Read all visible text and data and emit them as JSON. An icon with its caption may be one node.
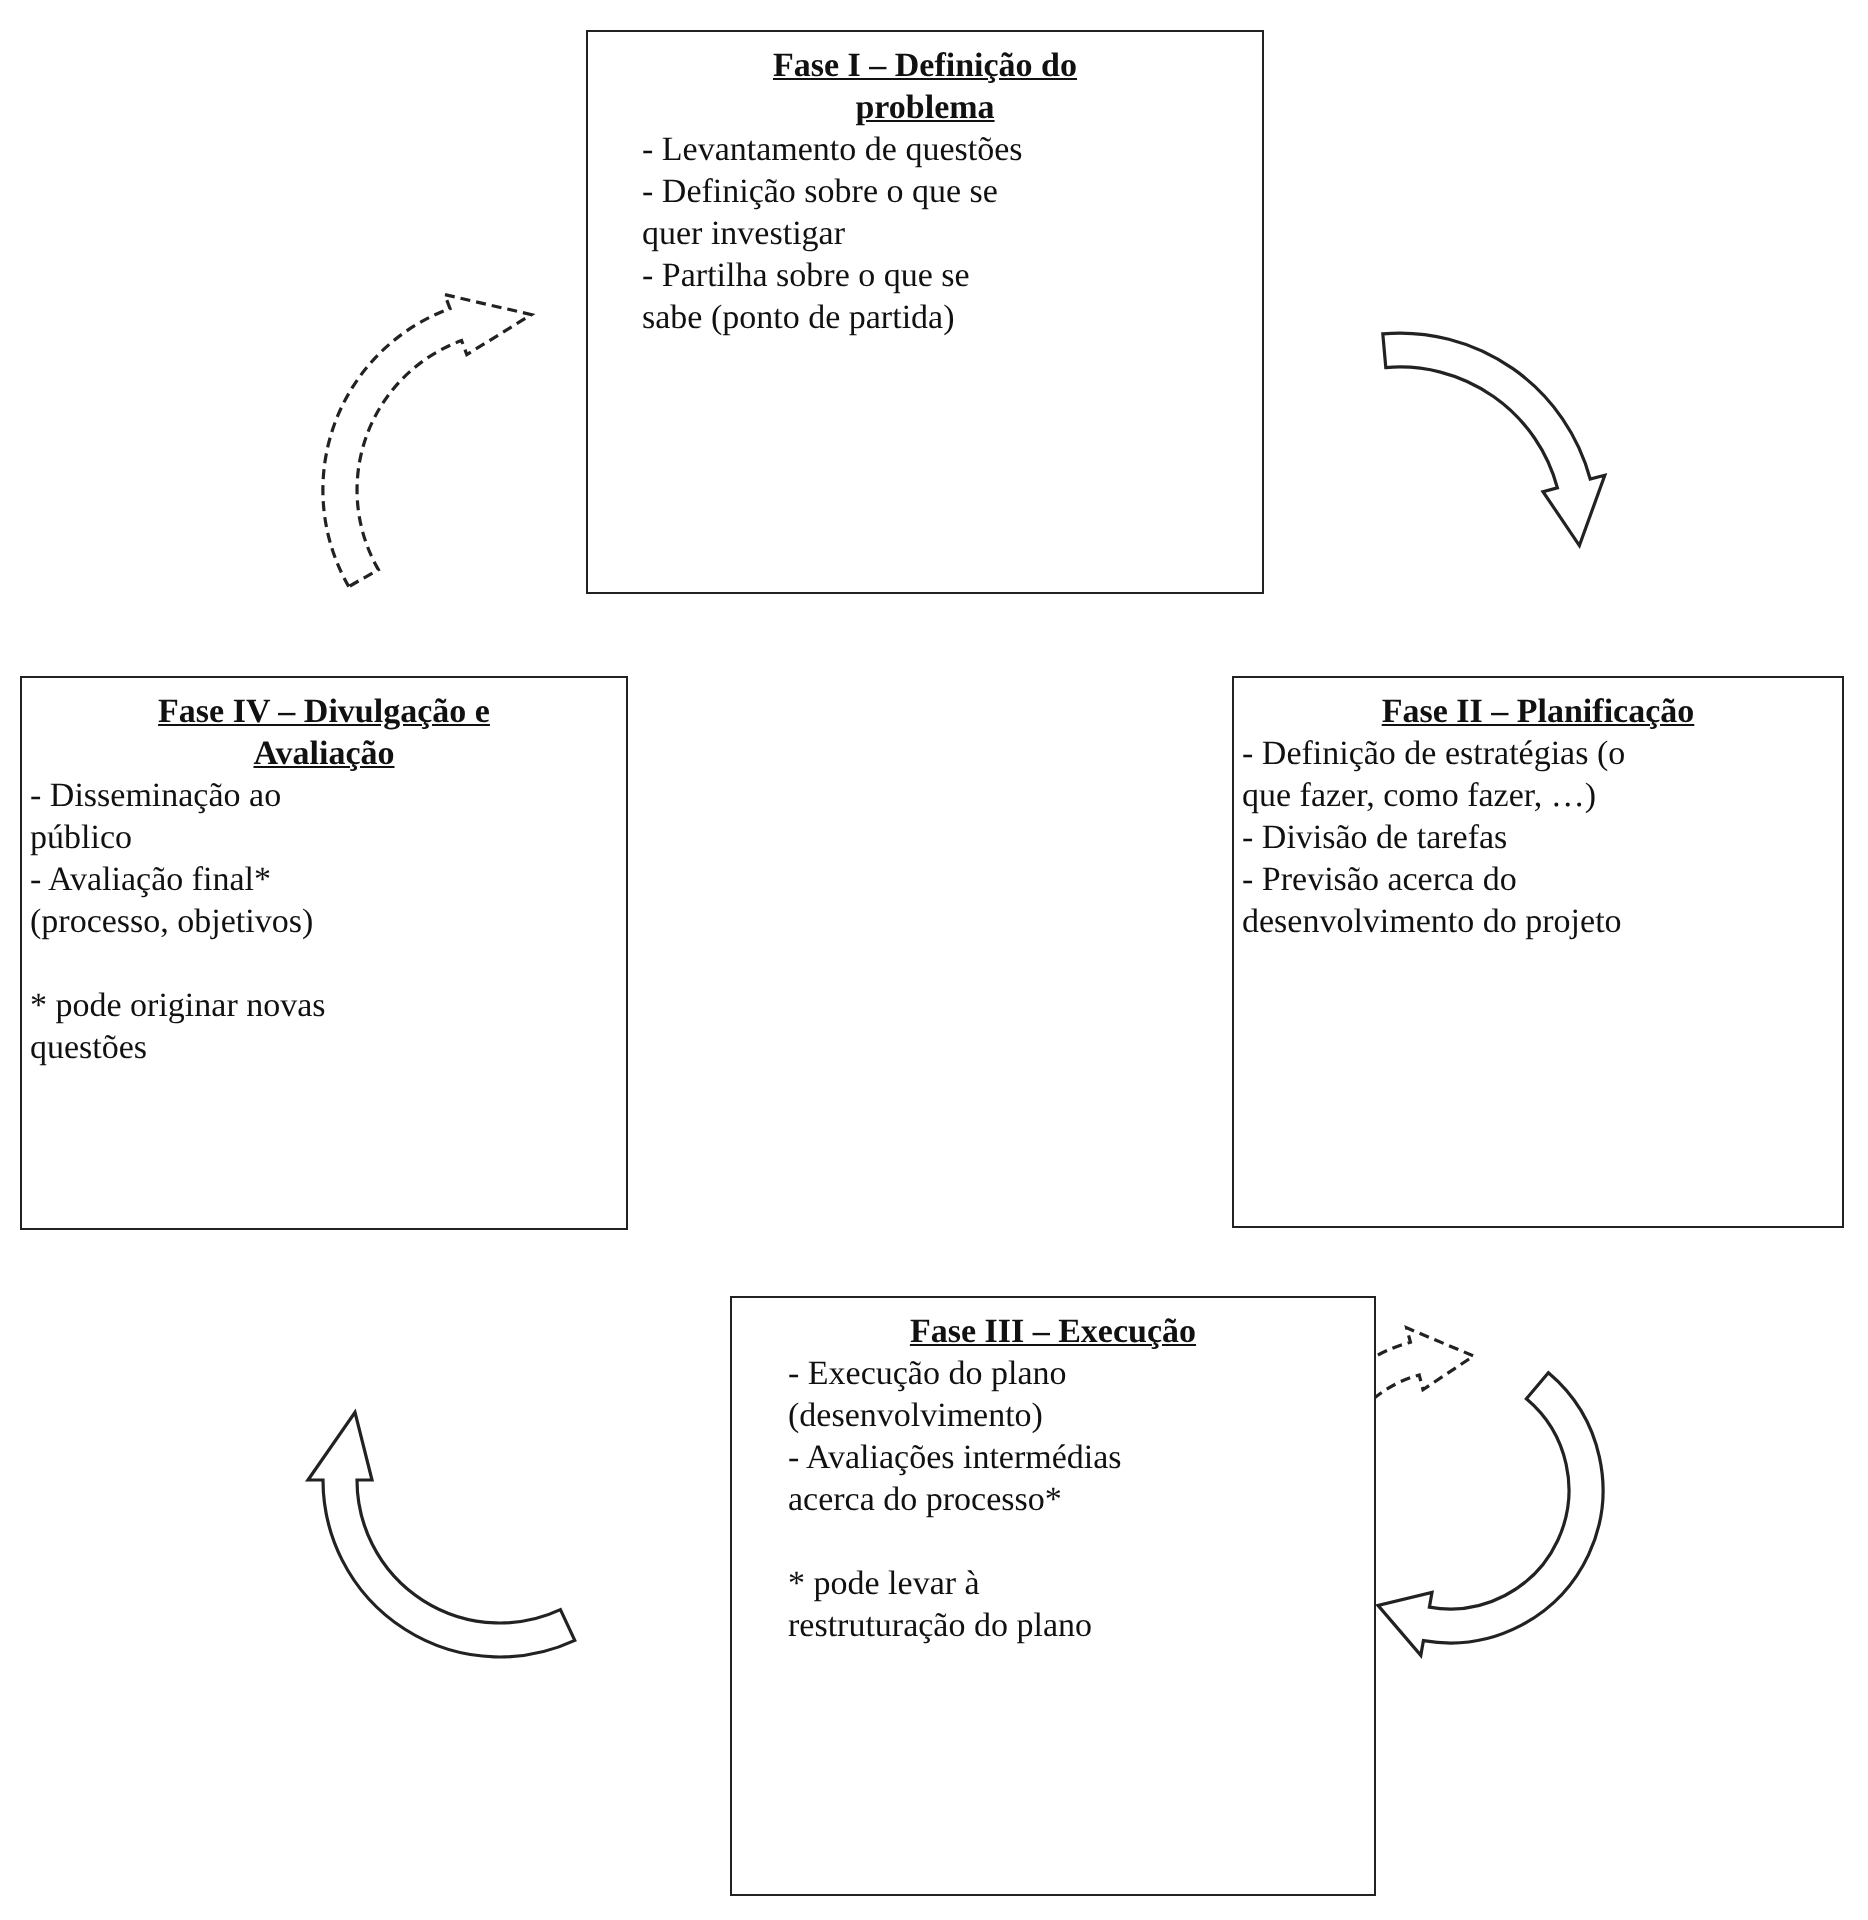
{
  "diagram": {
    "nodes": [
      {
        "text": [
          "Fase I – Definição do problema",
          "- Levantamento de questões",
          "- Definição sobre o que se quer investigar",
          "- Partilha sobre o que se sabe (ponto de partida)"
        ]
      },
      {
        "text": [
          "Fase II – Planificação",
          "- Definição de estratégias (o que fazer, como fazer, …)",
          "- Divisão de tarefas",
          "- Previsão acerca do desenvolvimento do projeto"
        ]
      },
      {
        "text": [
          "Fase III – Execução",
          "- Execução do plano (desenvolvimento)",
          "- Avaliações intermédias acerca do processo*",
          "* pode levar à restruturação do plano"
        ]
      },
      {
        "text": [
          "Fase IV – Divulgação e Avaliação",
          "- Disseminação ao público",
          "- Avaliação final* (processo, objetivos)",
          "* pode originar novas questões"
        ]
      }
    ],
    "edges": [
      {
        "from": 0,
        "to": 1,
        "arrow": "to"
      },
      {
        "from": 1,
        "to": 2,
        "arrow": "to"
      },
      {
        "from": 2,
        "to": 1,
        "arrow": "to",
        "style": "dashed"
      },
      {
        "from": 2,
        "to": 3,
        "arrow": "to"
      },
      {
        "from": 3,
        "to": 0,
        "arrow": "to",
        "style": "dashed"
      }
    ]
  }
}
